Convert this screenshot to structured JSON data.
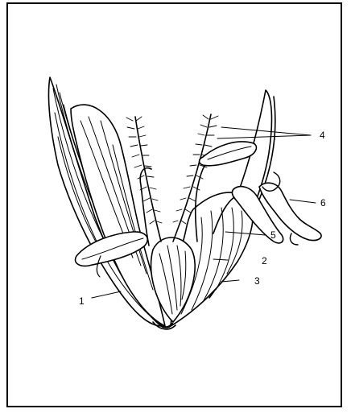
{
  "figure": {
    "labels": {
      "l1": "1",
      "l2": "2",
      "l3": "3",
      "l4": "4",
      "l5": "5",
      "l6": "6"
    },
    "ink_color": "#000000"
  }
}
